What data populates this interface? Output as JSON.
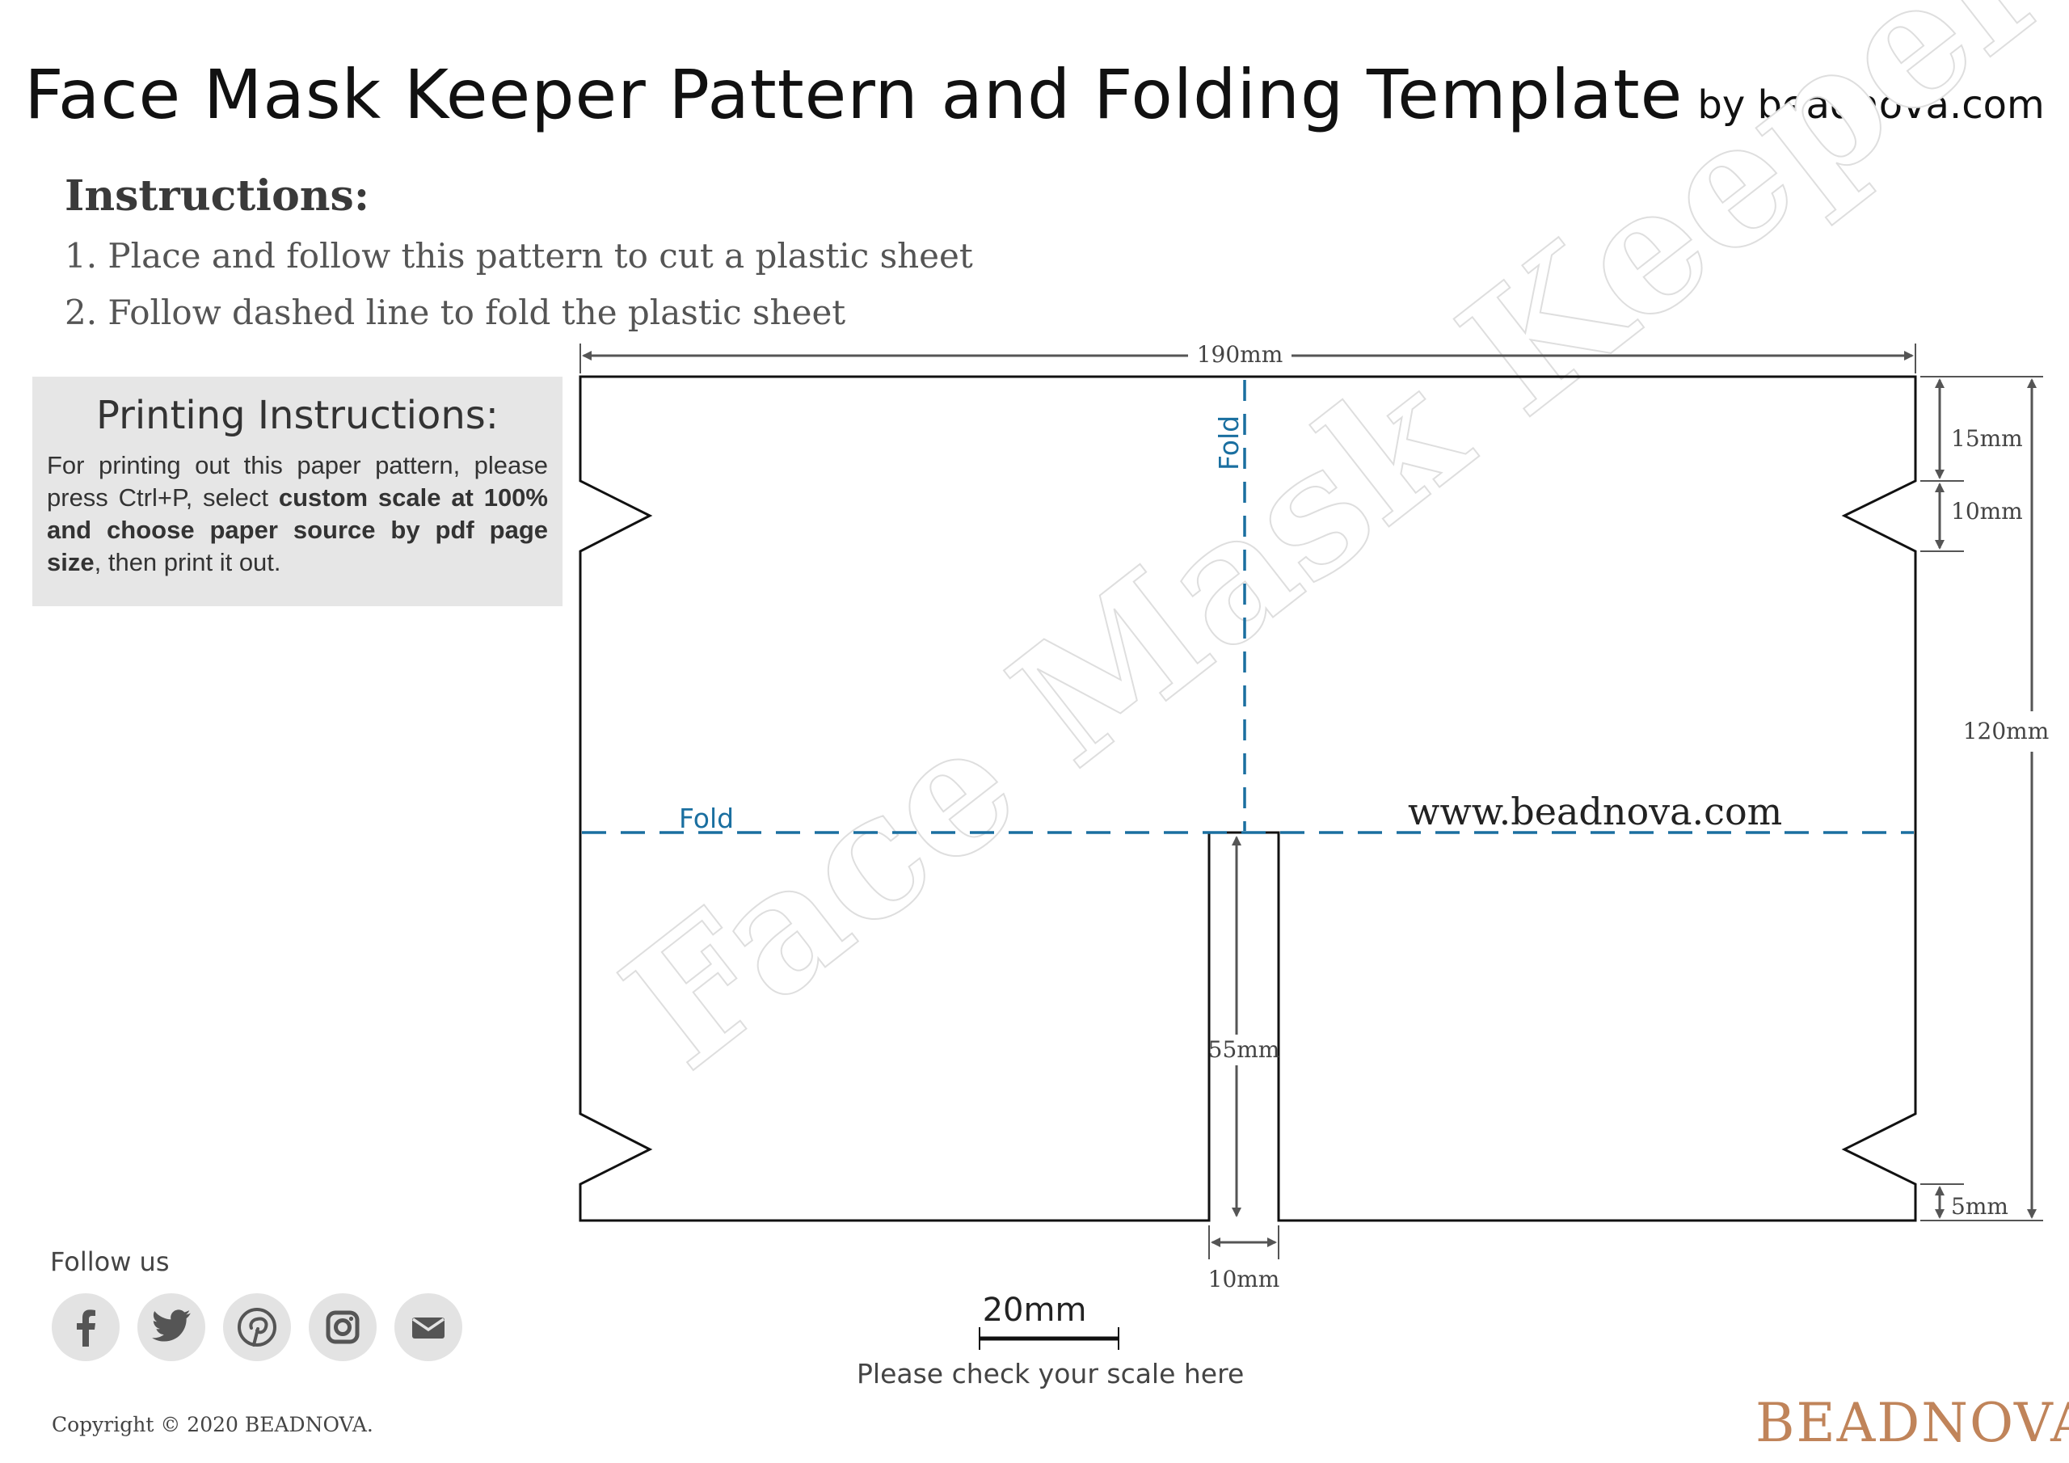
{
  "header": {
    "title": "Face Mask Keeper Pattern and Folding Template",
    "byline": "by beadnova.com"
  },
  "instructions": {
    "heading": "Instructions:",
    "steps": [
      "1. Place and follow this pattern to cut a plastic sheet",
      "2. Follow dashed line to fold the plastic sheet"
    ]
  },
  "printing": {
    "title": "Printing Instructions:",
    "text_1": "For printing out this paper pattern, please press Ctrl+P, select ",
    "bold": "custom scale at 100% and choose paper source by pdf page size",
    "text_2": ", then print it out."
  },
  "pattern": {
    "width_label": "190mm",
    "height_label": "120mm",
    "top_notch_offset_label": "15mm",
    "notch_size_label": "10mm",
    "bottom_notch_offset_label": "5mm",
    "slot_length_label": "55mm",
    "slot_width_label": "10mm",
    "fold_vertical_label": "Fold",
    "fold_horizontal_label": "Fold",
    "website": "www.beadnova.com",
    "watermark": "Face Mask Keeper",
    "fold_color": "#1a6fa0",
    "outline_color": "#111111"
  },
  "scale": {
    "label": "20mm",
    "check_text": "Please check your scale here"
  },
  "footer": {
    "follow_label": "Follow us",
    "social_icons": [
      "facebook-icon",
      "twitter-icon",
      "pinterest-icon",
      "instagram-icon",
      "email-icon"
    ],
    "copyright": "Copyright © 2020 BEADNOVA.",
    "brand_logo": "BEADNOVA",
    "brand_color": "#c0845a"
  }
}
